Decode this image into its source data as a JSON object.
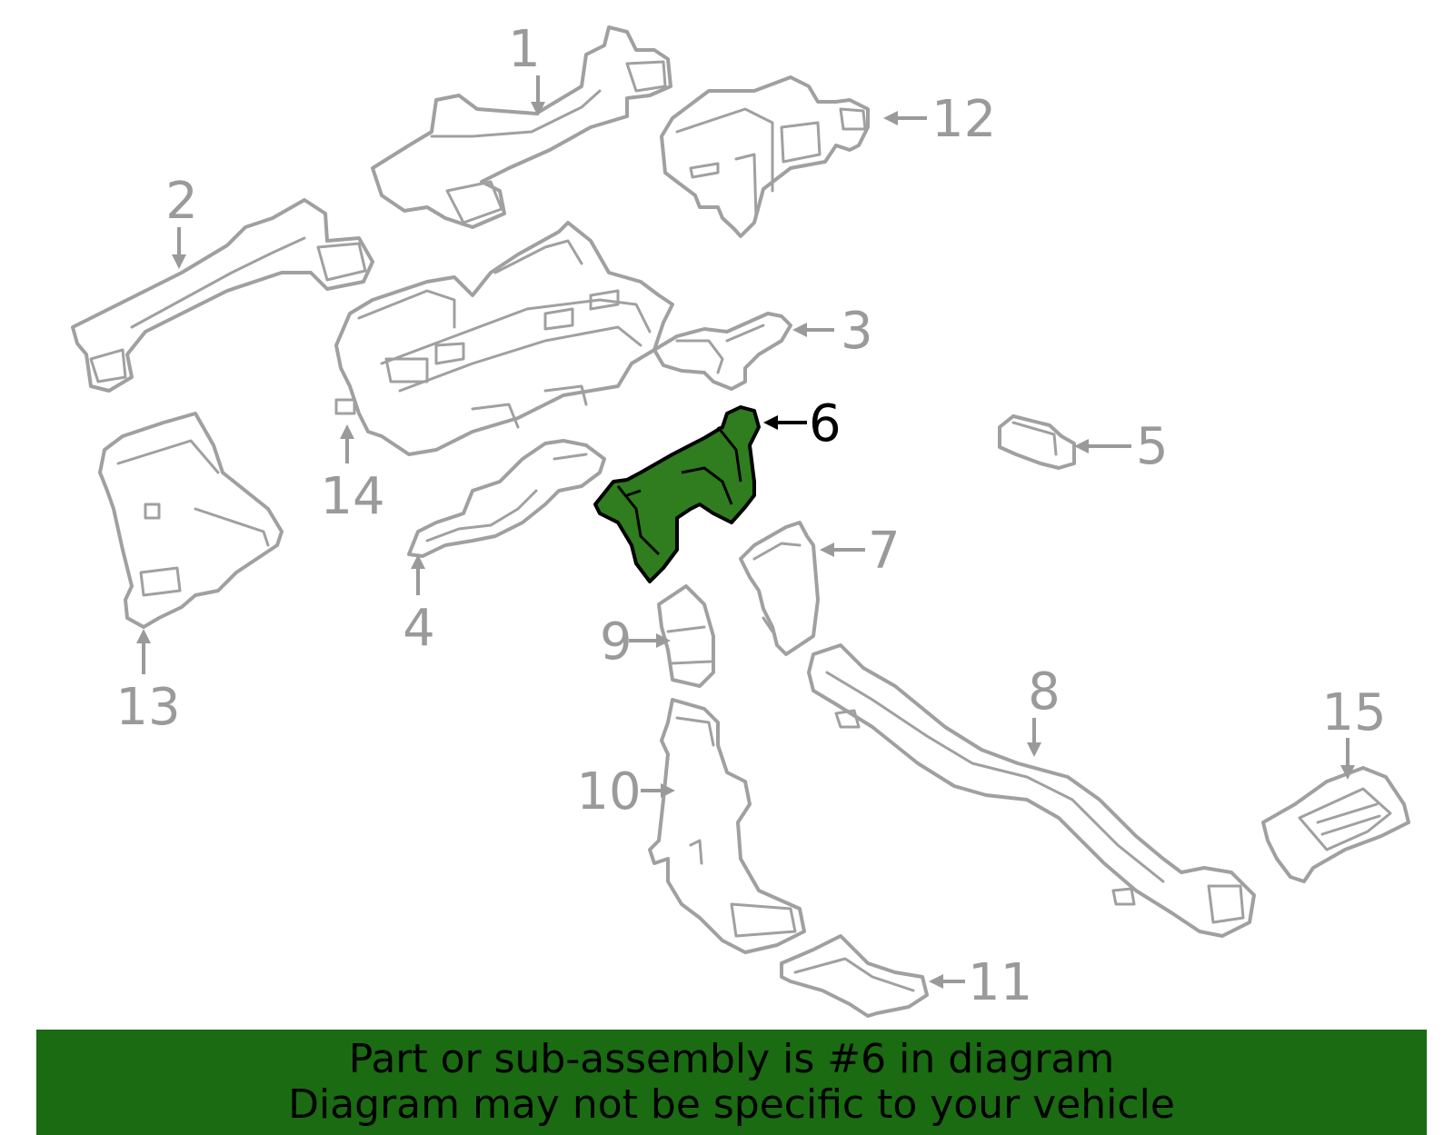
{
  "colors": {
    "part_outline": "#a0a0a0",
    "label_gray": "#9a9a9a",
    "highlight_fill": "#2f7d1e",
    "banner": "#1a6b12"
  },
  "callouts": [
    {
      "id": "1",
      "label": "1"
    },
    {
      "id": "2",
      "label": "2"
    },
    {
      "id": "3",
      "label": "3"
    },
    {
      "id": "4",
      "label": "4"
    },
    {
      "id": "5",
      "label": "5"
    },
    {
      "id": "6",
      "label": "6",
      "highlighted": true
    },
    {
      "id": "7",
      "label": "7"
    },
    {
      "id": "8",
      "label": "8"
    },
    {
      "id": "9",
      "label": "9"
    },
    {
      "id": "10",
      "label": "10"
    },
    {
      "id": "11",
      "label": "11"
    },
    {
      "id": "12",
      "label": "12"
    },
    {
      "id": "13",
      "label": "13"
    },
    {
      "id": "14",
      "label": "14"
    },
    {
      "id": "15",
      "label": "15"
    }
  ],
  "banner": {
    "line1": "Part or sub-assembly is #6 in diagram",
    "line2": "Diagram may not be specific to your vehicle"
  }
}
